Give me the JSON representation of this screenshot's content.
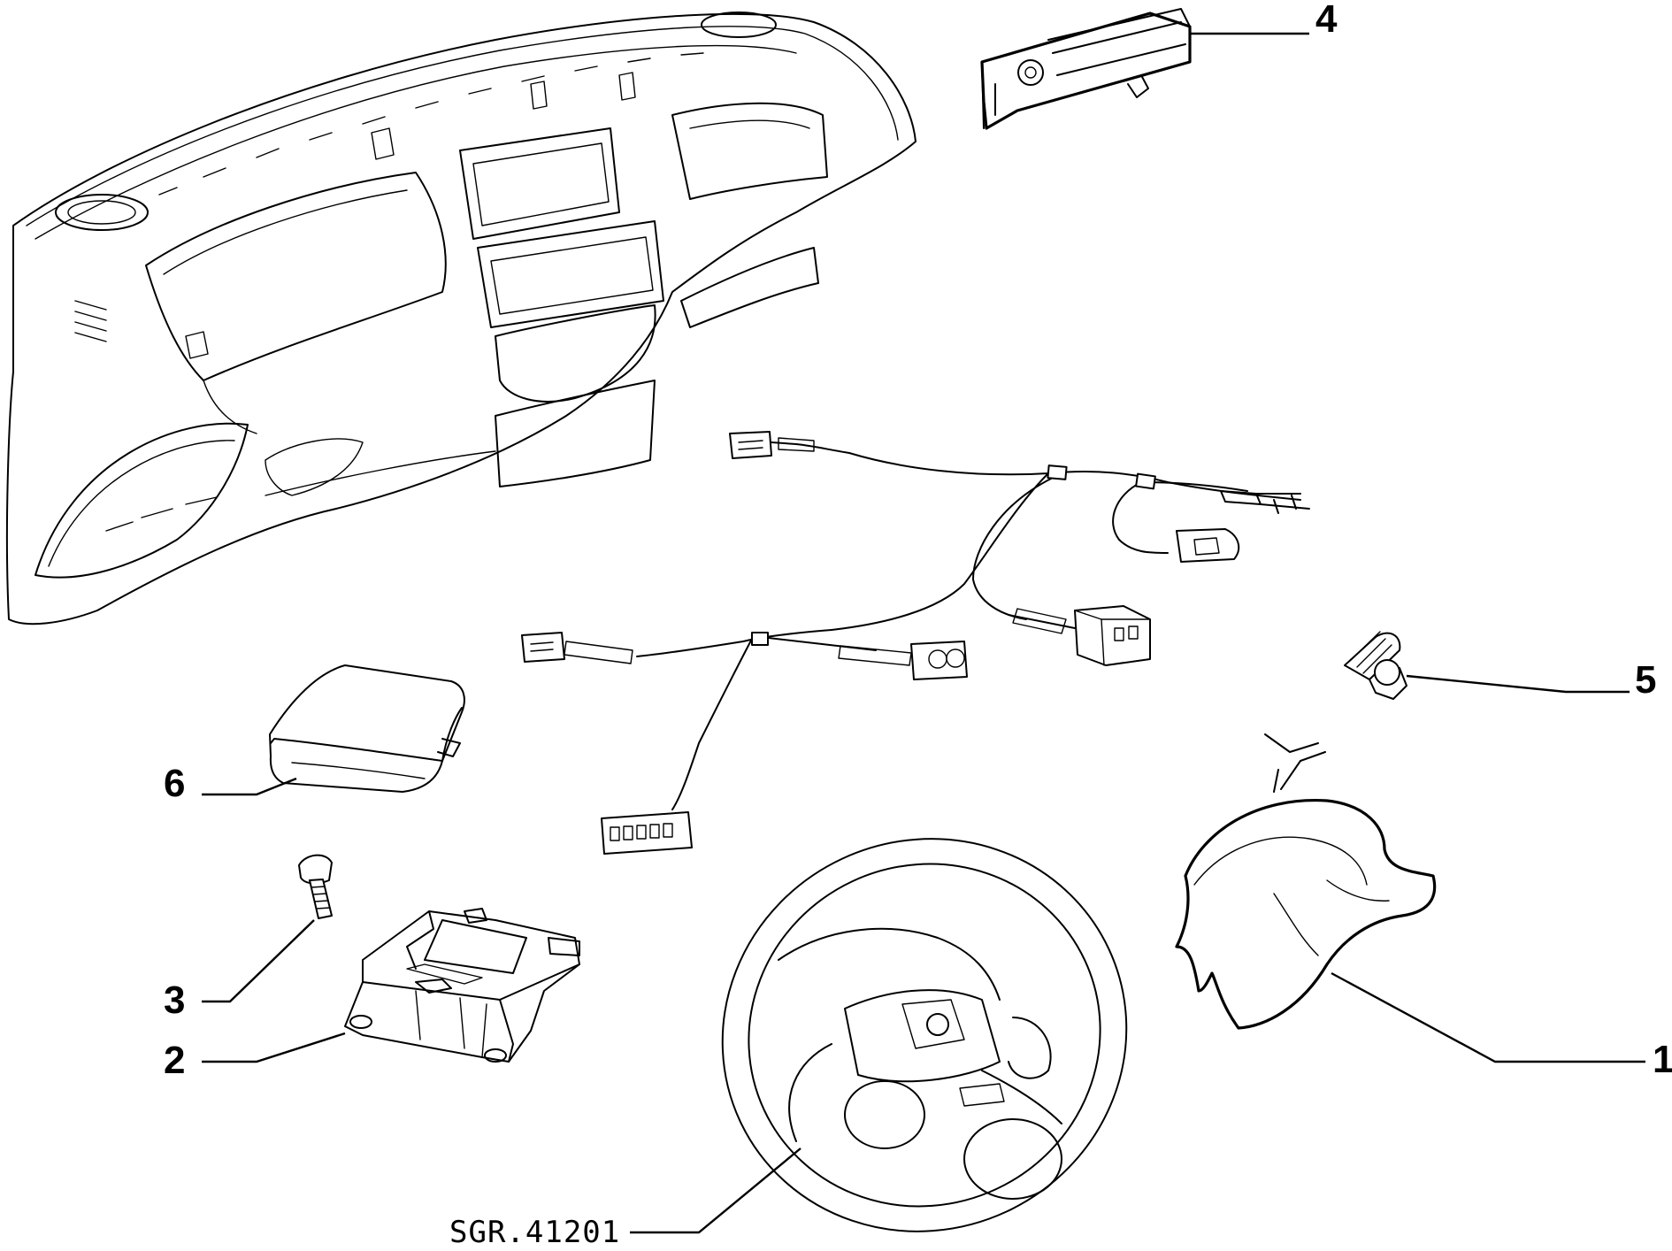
{
  "diagram": {
    "reference_code": "SGR.41201",
    "callouts": [
      {
        "id": "1",
        "label": "1"
      },
      {
        "id": "2",
        "label": "2"
      },
      {
        "id": "3",
        "label": "3"
      },
      {
        "id": "4",
        "label": "4"
      },
      {
        "id": "5",
        "label": "5"
      },
      {
        "id": "6",
        "label": "6"
      }
    ]
  }
}
